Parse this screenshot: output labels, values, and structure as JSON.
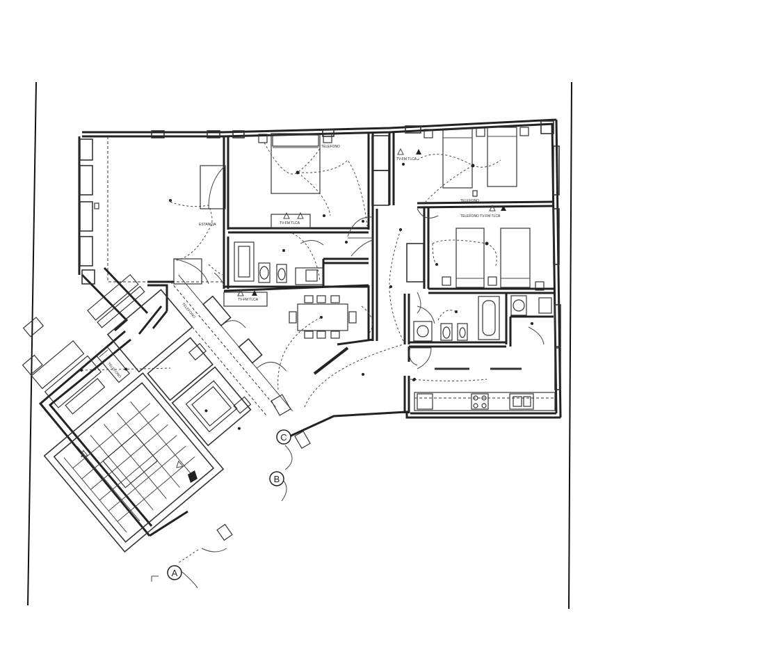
{
  "plan": {
    "labels": {
      "telefono_bed1": "TELEFONO",
      "tvfm_bed1": "TV-FM  TLCA",
      "tvfm_bed2": "TV-FM  TLCA",
      "telefono_mid": "TELEFONO",
      "telefono_bed3": "TELEFONO TV-FM TLCA",
      "tvfm_bath": "TV-FM  TLCA",
      "estancia": "ESTANCIA",
      "telefono_living": "TELEFONO",
      "telefono_corridor": "TELEFONO"
    },
    "markers": {
      "a": "A",
      "b": "B",
      "c": "C"
    }
  }
}
